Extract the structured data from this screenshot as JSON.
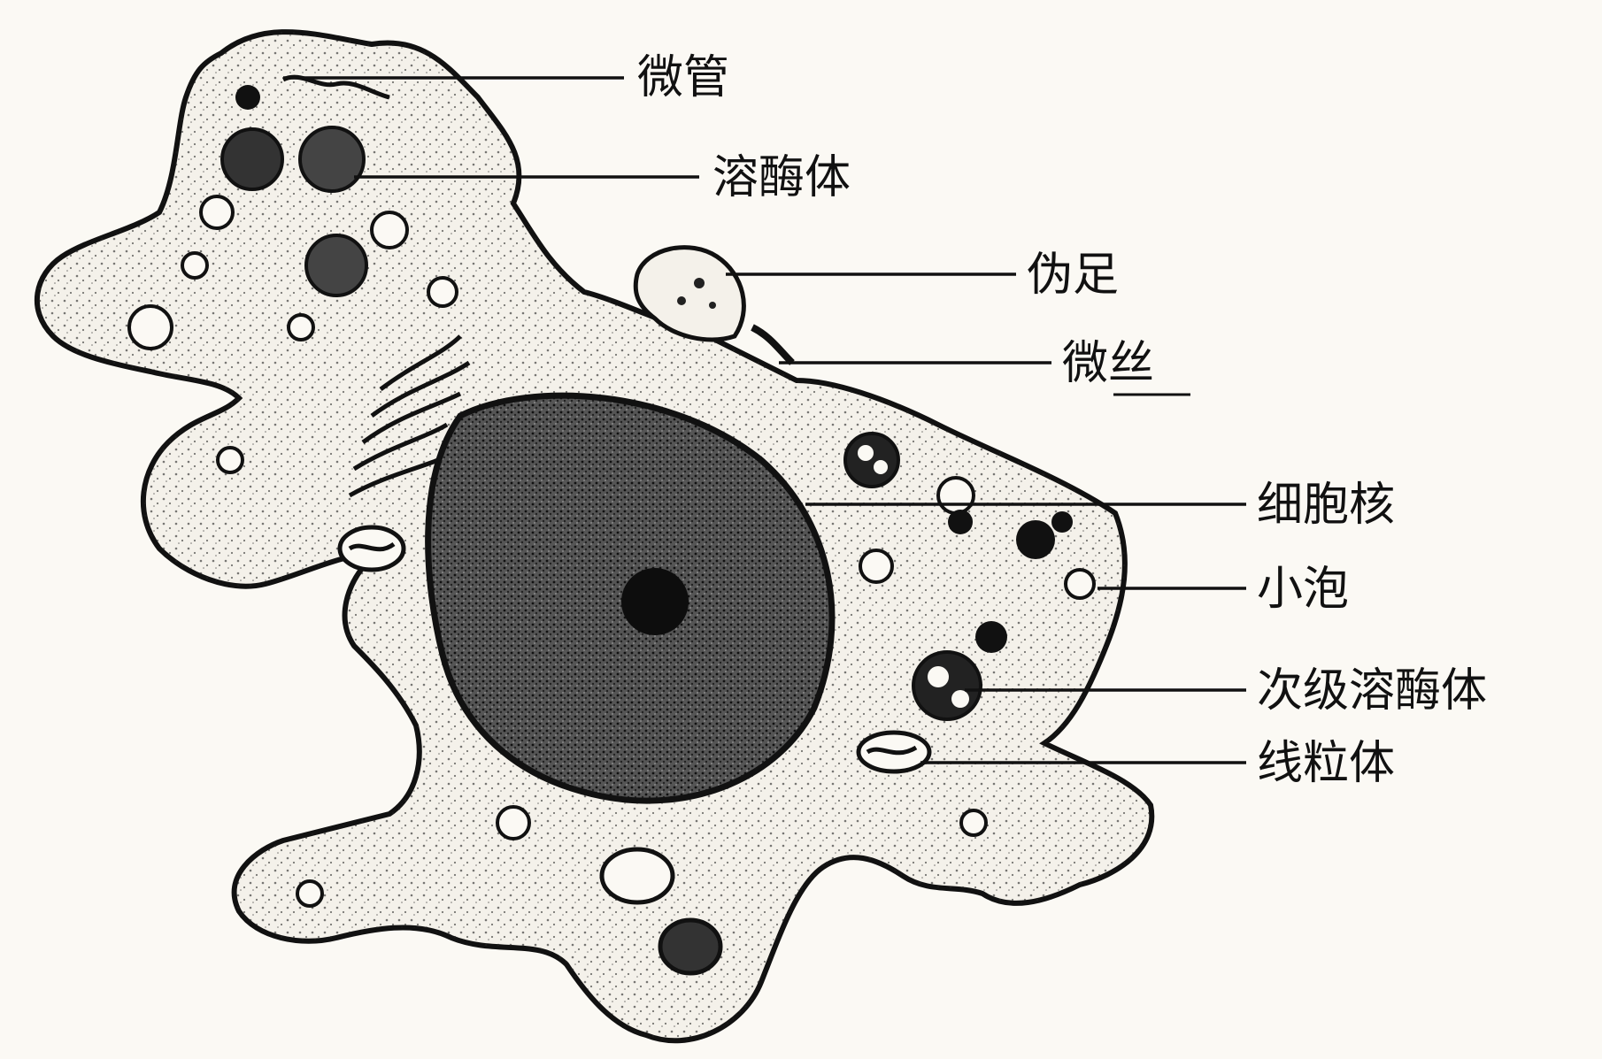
{
  "labels": {
    "microtubule": "微管",
    "lysosome": "溶酶体",
    "pseudopod": "伪足",
    "microfilament": "微丝",
    "nucleus": "细胞核",
    "vesicle": "小泡",
    "secondary_lysosome": "次级溶酶体",
    "mitochondrion": "线粒体"
  },
  "colors": {
    "background": "#fbf9f4",
    "ink": "#111111",
    "cytoplasm": "#f4f1ea",
    "nucleus": "#3a3a3a"
  }
}
